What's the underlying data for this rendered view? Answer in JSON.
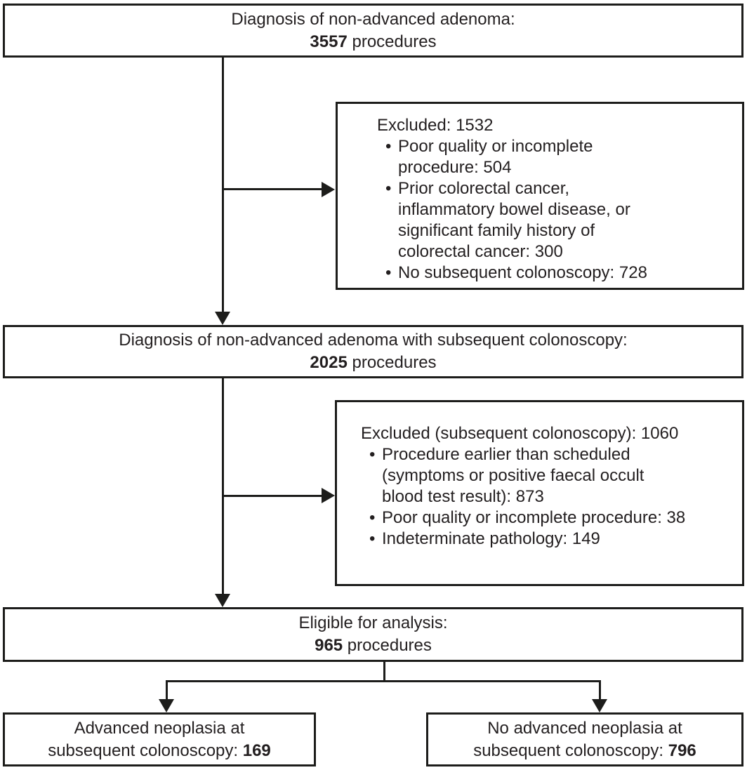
{
  "diagram": {
    "bullet_glyph": "•",
    "colors": {
      "ink": "#231f20",
      "line": "#1d1d1b",
      "background": "#ffffff"
    },
    "top_box": {
      "line1": "Diagnosis of non-advanced adenoma:",
      "count": "3557",
      "unit": " procedures"
    },
    "excluded_initial": {
      "heading": "Excluded: 1532",
      "bullets": [
        "Poor quality or incomplete\nprocedure: 504",
        "Prior colorectal cancer,\ninflammatory bowel disease, or\nsignificant family history of\ncolorectal cancer: 300",
        "No subsequent colonoscopy: 728"
      ]
    },
    "subsequent_box": {
      "line1": "Diagnosis of non-advanced adenoma with subsequent colonoscopy:",
      "count": "2025",
      "unit": " procedures"
    },
    "excluded_subsequent": {
      "heading": "Excluded (subsequent colonoscopy): 1060",
      "bullets": [
        "Procedure earlier than scheduled\n(symptoms or positive faecal occult\nblood test result): 873",
        "Poor quality or incomplete procedure: 38",
        "Indeterminate pathology: 149"
      ]
    },
    "eligible_box": {
      "line1": "Eligible for analysis:",
      "count": "965",
      "unit": " procedures"
    },
    "outcome_advanced": {
      "line1": "Advanced neoplasia at",
      "line2_prefix": "subsequent colonoscopy: ",
      "count": "169"
    },
    "outcome_no_advanced": {
      "line1": "No advanced neoplasia at",
      "line2_prefix": "subsequent colonoscopy: ",
      "count": "796"
    }
  }
}
